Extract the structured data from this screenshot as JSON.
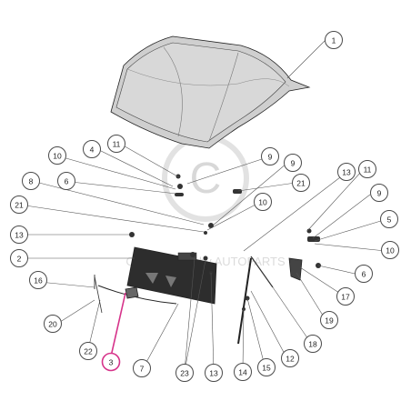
{
  "watermark": {
    "text": "COPYRIGHT by AUTOPARTS"
  },
  "highlight_color": "#d6338a",
  "callouts": [
    {
      "id": "c1",
      "label": "1"
    },
    {
      "id": "c4",
      "label": "4"
    },
    {
      "id": "c11a",
      "label": "11"
    },
    {
      "id": "c10a",
      "label": "10"
    },
    {
      "id": "c6a",
      "label": "6"
    },
    {
      "id": "c8",
      "label": "8"
    },
    {
      "id": "c9a",
      "label": "9"
    },
    {
      "id": "c9b",
      "label": "9"
    },
    {
      "id": "c21a",
      "label": "21"
    },
    {
      "id": "c21b",
      "label": "21"
    },
    {
      "id": "c10b",
      "label": "10"
    },
    {
      "id": "c13a",
      "label": "13"
    },
    {
      "id": "c11b",
      "label": "11"
    },
    {
      "id": "c9c",
      "label": "9"
    },
    {
      "id": "c5",
      "label": "5"
    },
    {
      "id": "c10c",
      "label": "10"
    },
    {
      "id": "c13b",
      "label": "13"
    },
    {
      "id": "c2",
      "label": "2"
    },
    {
      "id": "c6b",
      "label": "6"
    },
    {
      "id": "c16",
      "label": "16"
    },
    {
      "id": "c17",
      "label": "17"
    },
    {
      "id": "c20",
      "label": "20"
    },
    {
      "id": "c19",
      "label": "19"
    },
    {
      "id": "c18",
      "label": "18"
    },
    {
      "id": "c22",
      "label": "22"
    },
    {
      "id": "c3",
      "label": "3"
    },
    {
      "id": "c7",
      "label": "7"
    },
    {
      "id": "c23",
      "label": "23"
    },
    {
      "id": "c13c",
      "label": "13"
    },
    {
      "id": "c14",
      "label": "14"
    },
    {
      "id": "c15",
      "label": "15"
    },
    {
      "id": "c12",
      "label": "12"
    }
  ]
}
